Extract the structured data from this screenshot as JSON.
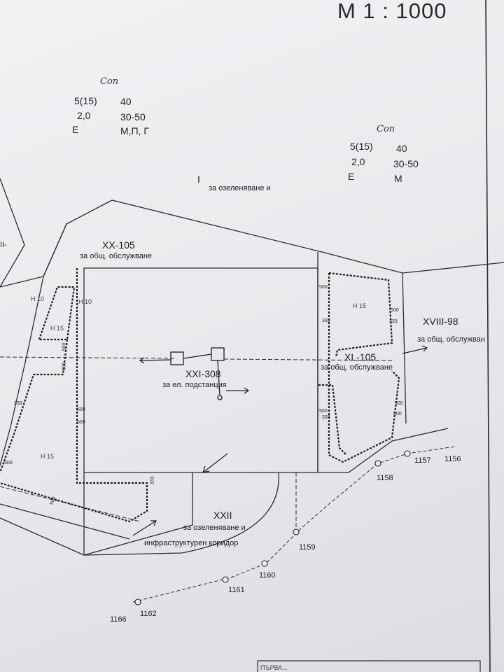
{
  "scale": "М 1 : 1000",
  "zones": [
    {
      "name": "Соп",
      "cells": [
        "5(15)",
        "40",
        "2,0",
        "30-50",
        "Е",
        "М,П, Г"
      ]
    },
    {
      "name": "Соп",
      "cells": [
        "5(15)",
        "40",
        "2,0",
        "30-50",
        "Е",
        "М"
      ]
    }
  ],
  "roman_marker": "I",
  "plots": [
    {
      "id": "XX-105",
      "purpose": "за общ. обслужване"
    },
    {
      "id": "XXI-308",
      "purpose": "за ел. подстанция"
    },
    {
      "id": "XL-105",
      "purpose": "за общ. обслужване"
    },
    {
      "id": "XVIII-98",
      "purpose": "за общ. обслужван"
    },
    {
      "id": "XXII",
      "purpose": "за озеленяване и",
      "purpose2": "инфраструктурен коридор"
    }
  ],
  "greening_label": "за озеленяване и",
  "left_fragment": "II-",
  "height_labels": [
    "Н 10",
    "Н 10",
    "Н 15",
    "Н 15",
    "Н 15"
  ],
  "dimension_labels": [
    "500",
    "500",
    "333",
    "500",
    "500",
    "500",
    "500",
    "333",
    "500",
    "333",
    "500",
    "333",
    "500",
    "333",
    "500",
    "500"
  ],
  "points": [
    "1156",
    "1157",
    "1158",
    "1159",
    "1160",
    "1161",
    "1162",
    "1166"
  ],
  "stamp_text": "ПЪРВА..."
}
